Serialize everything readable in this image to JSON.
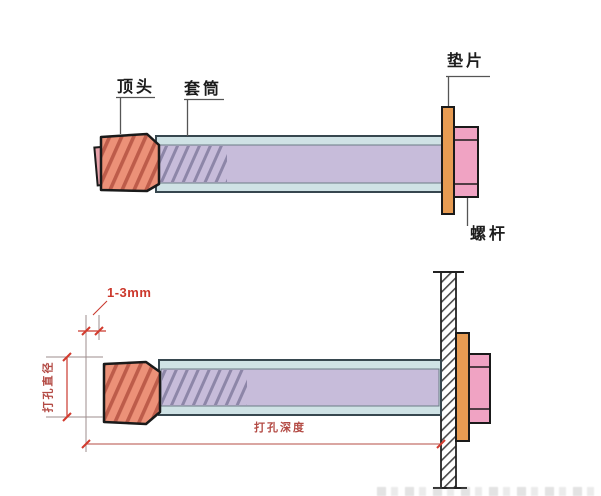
{
  "figure": {
    "type": "technical-diagram",
    "subject": "expansion anchor bolt — parts and installation drilling dimensions",
    "views": [
      "anchor assembly side view",
      "anchor installed through wall with drilling dimensions"
    ]
  },
  "part_labels": {
    "top_head": "顶头",
    "sleeve": "套筒",
    "washer": "垫片",
    "screw_rod": "螺杆"
  },
  "dimension_labels": {
    "tip_clearance": "1-3mm",
    "hole_diameter": "打孔直径",
    "hole_depth": "打孔深度"
  },
  "colors": {
    "background": "#ffffff",
    "head_fill": "#ec9178",
    "head_hatch": "#bd5c4a",
    "head_tab_fill": "#e8a2aa",
    "sleeve_band": "#cfe2e5",
    "sleeve_core": "#c7bcda",
    "thread_hatch": "#8d86a8",
    "washer_fill": "#e79b52",
    "bolt_fill": "#f0a3c3",
    "outline": "#1a1a1a",
    "leader_line": "#555555",
    "dimension_red": "#c9392e",
    "extension_gray": "#9e8d8d",
    "label_text": "#1c1c1c"
  }
}
